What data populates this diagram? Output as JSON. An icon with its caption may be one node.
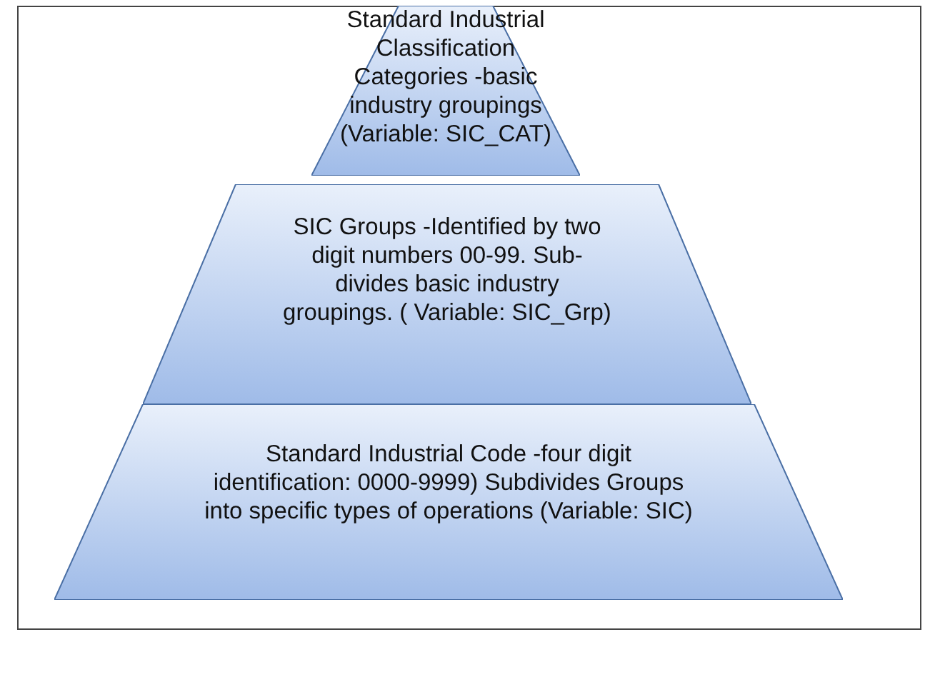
{
  "diagram": {
    "nodes": [
      {
        "text": [
          "Standard Industrial Classification Categories -basic industry groupings (Variable: SIC_CAT)"
        ]
      },
      {
        "text": [
          "SIC Groups -Identified by two digit numbers 00-99. Sub-divides basic industry groupings. ( Variable: SIC_Grp)"
        ]
      },
      {
        "text": [
          "Standard Industrial Code -four digit identification: 0000-9999) Subdivides Groups into specific types of operations (Variable: SIC)"
        ]
      }
    ],
    "edges": []
  }
}
